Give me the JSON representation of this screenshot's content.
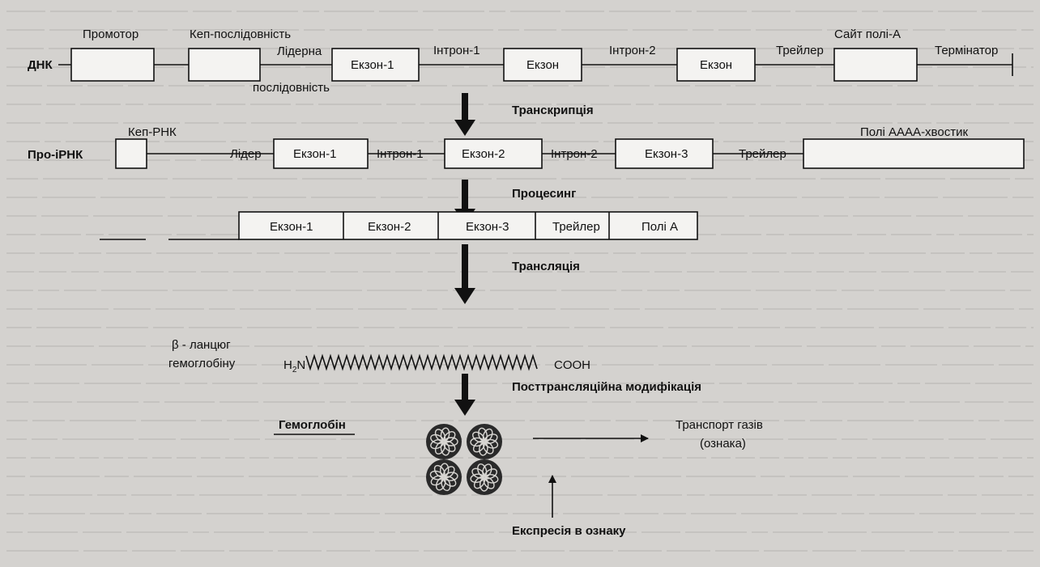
{
  "colors": {
    "background": "#d4d2cf",
    "box_fill": "#f4f3f1",
    "ink": "#111111"
  },
  "dna": {
    "label": "ДНК",
    "promoter": "Промотор",
    "cap_sequence": "Кеп-послідовність",
    "leader_sequence_top": "Лідерна",
    "leader_sequence_bottom": "послідовність",
    "exon1": "Екзон-1",
    "intron1": "Інтрон-1",
    "exon_a": "Екзон",
    "intron2": "Інтрон-2",
    "exon_b": "Екзон",
    "trailer": "Трейлер",
    "polya_site": "Сайт полі-А",
    "terminator": "Термінатор"
  },
  "steps": {
    "transcription": "Транскрипція",
    "processing": "Процесинг",
    "translation": "Трансляція",
    "posttranslational": "Посттрансляційна модифікація",
    "expression": "Експресія в ознаку"
  },
  "pre_mrna": {
    "label": "Про-іРНК",
    "cap_rna": "Кеп-РНК",
    "leader": "Лідер",
    "exon1": "Екзон-1",
    "intron1": "Інтрон-1",
    "exon2": "Екзон-2",
    "intron2": "Інтрон-2",
    "exon3": "Екзон-3",
    "trailer": "Трейлер",
    "poly_tail": "Полі АААА-хвостик"
  },
  "mrna": {
    "exon1": "Екзон-1",
    "exon2": "Екзон-2",
    "exon3": "Екзон-3",
    "trailer": "Трейлер",
    "poly_a": "Полі А"
  },
  "protein": {
    "chain_label_top": "β - ланцюг",
    "chain_label_bottom": "гемоглобіну",
    "n_terminus": "H",
    "n_terminus_sub": "2",
    "n_terminus_end": "N",
    "c_terminus": "COOH",
    "hemoglobin": "Гемоглобін",
    "function_top": "Транспорт газів",
    "function_bottom": "(ознака)"
  }
}
